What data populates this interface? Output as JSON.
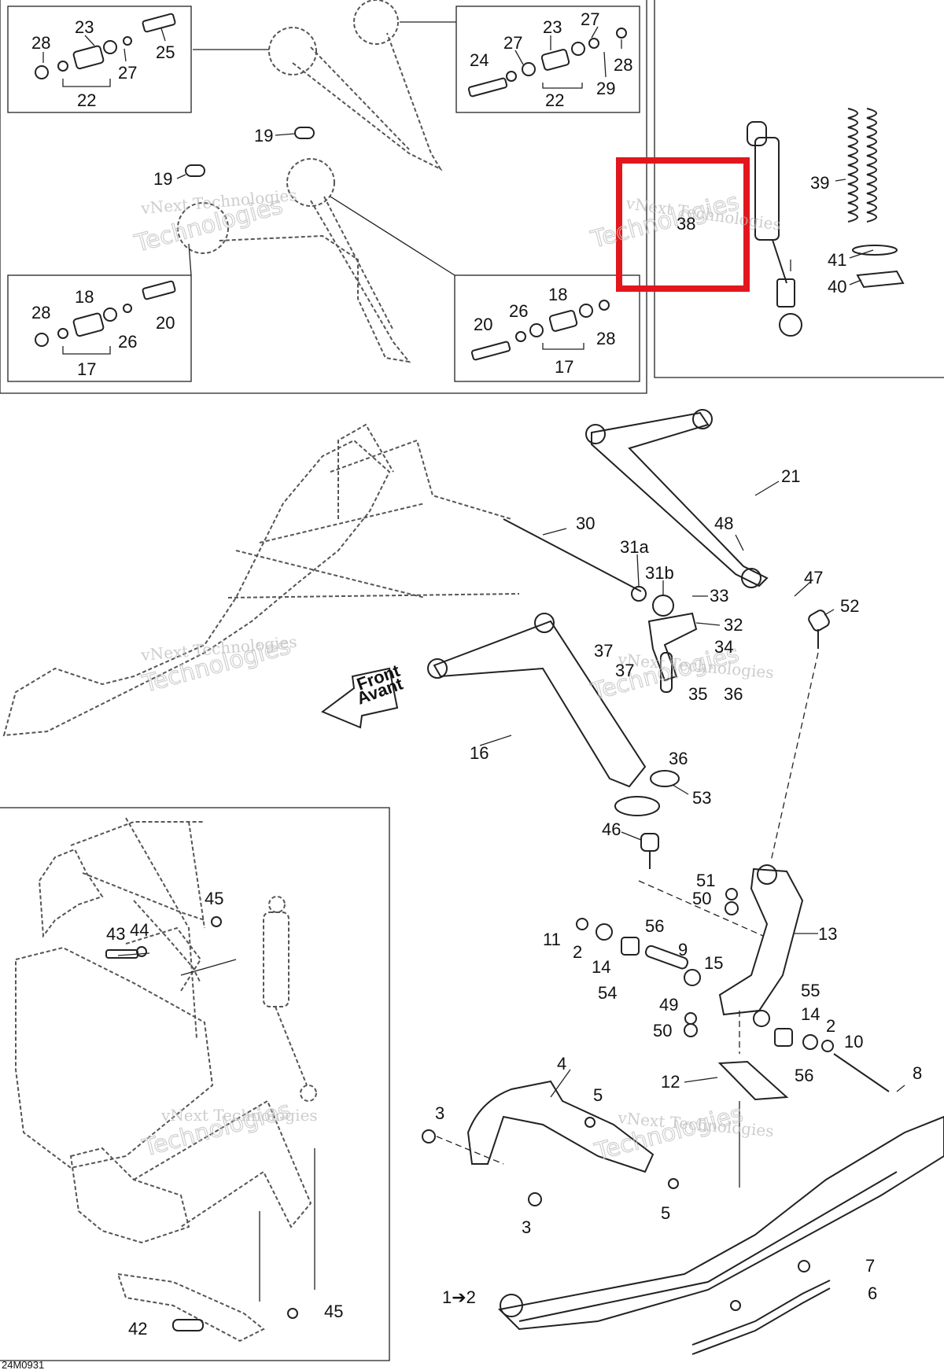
{
  "diagram": {
    "drawing_code": "24M0931",
    "watermark_line1": "vNext Technologies",
    "watermark_line2": "Technologies",
    "front_arrow": {
      "line1": "Front",
      "line2": "Avant"
    },
    "highlight_color": "#e3161d",
    "callouts": {
      "c1": "28",
      "c2": "23",
      "c3": "27",
      "c4": "25",
      "c5": "22",
      "c6": "23",
      "c7": "27",
      "c8": "24",
      "c9": "27",
      "c10": "28",
      "c11": "29",
      "c12": "22",
      "c13": "19",
      "c14": "19",
      "c15": "28",
      "c16": "18",
      "c17": "26",
      "c18": "20",
      "c19": "17",
      "c20": "18",
      "c21": "20",
      "c22": "26",
      "c23": "28",
      "c24": "17",
      "c25": "38",
      "c26": "39",
      "c27": "41",
      "c28": "40",
      "c29": "21",
      "c30": "48",
      "c31": "30",
      "c32": "31a",
      "c33": "31b",
      "c34": "33",
      "c35": "47",
      "c36": "52",
      "c37": "32",
      "c38": "37",
      "c39": "34",
      "c40": "37",
      "c41": "35",
      "c42": "36",
      "c43": "36",
      "c44": "16",
      "c45": "53",
      "c46": "46",
      "c47": "51",
      "c48": "50",
      "c49": "13",
      "c50": "11",
      "c51": "2",
      "c52": "56",
      "c53": "9",
      "c54": "14",
      "c55": "15",
      "c56": "54",
      "c57": "49",
      "c58": "50",
      "c59": "55",
      "c60": "14",
      "c61": "2",
      "c62": "10",
      "c63": "56",
      "c64": "8",
      "c65": "12",
      "c66": "4",
      "c67": "5",
      "c68": "3",
      "c69": "3",
      "c70": "5",
      "c71": "7",
      "c72": "6",
      "c73": "1➔2",
      "c74": "45",
      "c75": "43",
      "c76": "44",
      "c77": "42",
      "c78": "45"
    }
  }
}
